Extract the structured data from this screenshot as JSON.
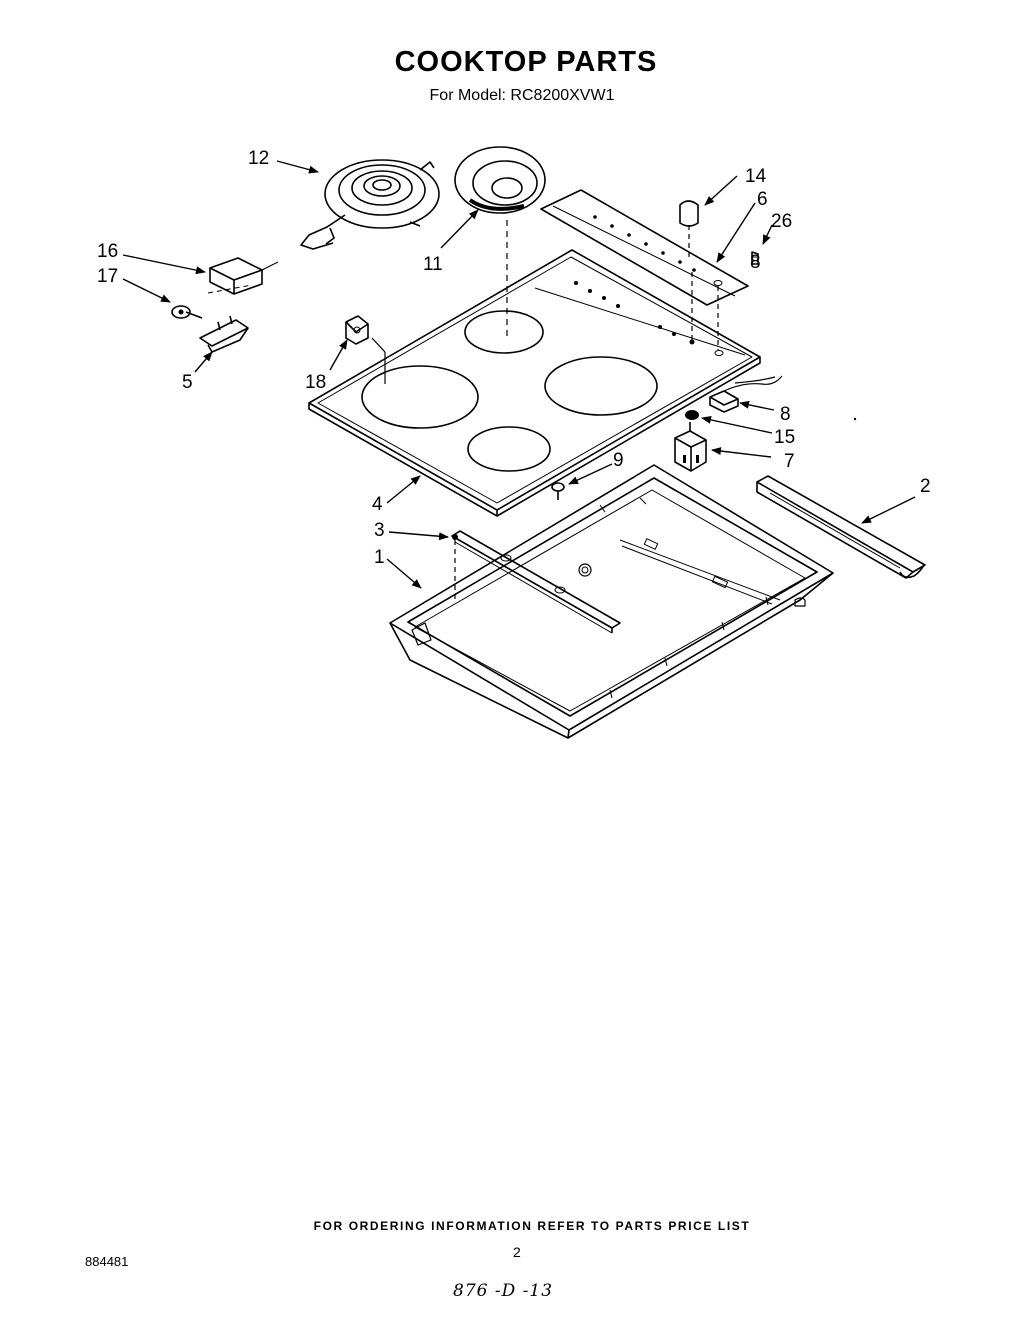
{
  "header": {
    "title": "COOKTOP PARTS",
    "subtitle": "For Model: RC8200XVW1"
  },
  "callouts": {
    "c1": "1",
    "c2": "2",
    "c3": "3",
    "c4": "4",
    "c5": "5",
    "c6": "6",
    "c7": "7",
    "c8": "8",
    "c8b": "8",
    "c9": "9",
    "c11": "11",
    "c12": "12",
    "c14": "14",
    "c15": "15",
    "c16": "16",
    "c17": "17",
    "c18": "18",
    "c26": "26"
  },
  "footer": {
    "ordering_note": "FOR ORDERING INFORMATION REFER TO PARTS PRICE LIST",
    "doc_number": "884481",
    "page_number": "2",
    "handwritten_code": "876 -D -13"
  }
}
